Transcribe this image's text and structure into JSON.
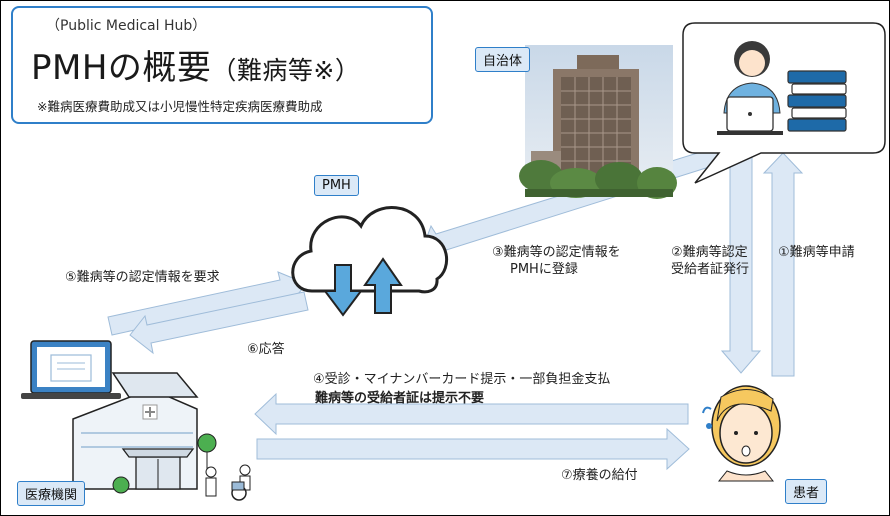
{
  "title": {
    "subtitle": "（Public Medical Hub）",
    "main": "PMHの概要",
    "paren": "（難病等※）",
    "note": "※難病医療費助成又は小児慢性特定疾病医療費助成"
  },
  "nodes": {
    "municipality": "自治体",
    "pmh": "PMH",
    "medical_institution": "医療機関",
    "patient": "患者"
  },
  "steps": {
    "s1": "①難病等申請",
    "s2_line1": "②難病等認定",
    "s2_line2": "受給者証発行",
    "s3_line1": "③難病等の認定情報を",
    "s3_line2": "PMHに登録",
    "s4": "④受診・マイナンバーカード提示・一部負担金支払",
    "s4_note": "難病等の受給者証は提示不要",
    "s5": "⑤難病等の認定情報を要求",
    "s6": "⑥応答",
    "s7": "⑦療養の給付"
  },
  "colors": {
    "arrow_fill": "#dce8f5",
    "arrow_stroke": "#9fbcd9",
    "tag_bg": "#dbe9f7",
    "tag_border": "#2f7fc9",
    "cloud_arrow": "#5aa8dc"
  }
}
